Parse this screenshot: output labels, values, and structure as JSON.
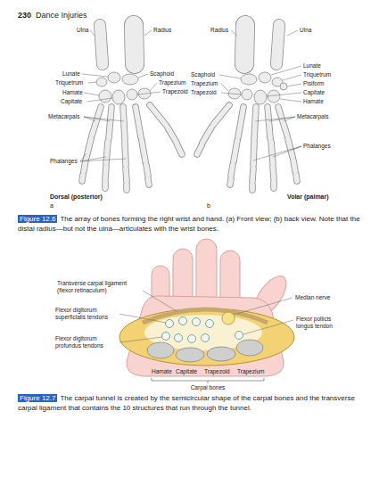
{
  "diagram": {
    "labels": [
      "230",
      "Dance Injuries",
      "Ulna",
      "Radius",
      "Lunate",
      "Scaphoid",
      "Triquetrum",
      "Trapezium",
      "Hamate",
      "Trapezoid",
      "Capitate",
      "Metacarpals",
      "Phalanges",
      "Dorsal (posterior)",
      "a",
      "Radius",
      "Ulna",
      "Lunate",
      "Scaphoid",
      "Triquetrum",
      "Trapezium",
      "Pisiform",
      "Trapezoid",
      "Capitate",
      "Hamate",
      "Metacarpals",
      "Phalanges",
      "Volar (palmar)",
      "b",
      "Figure 12.6",
      "The array of bones forming the right wrist and hand. (a) Front view; (b) back view. Note that the distal radius—but not the ulna—articulates with the wrist bones.",
      "Transverse carpal ligament (flexor retinaculum)",
      "Median nerve",
      "Flexor digitorum superficialis tendons",
      "Flexor pollicis longus tendon",
      "Flexor digitorum profundus tendons",
      "Hamate",
      "Capitate",
      "Trapezoid",
      "Trapezium",
      "Carpal bones",
      "Figure 12.7",
      "The carpal tunnel is created by the semicircular shape of the carpal bones and the transverse carpal ligament that contains the 10 structures that run through the tunnel."
    ]
  }
}
